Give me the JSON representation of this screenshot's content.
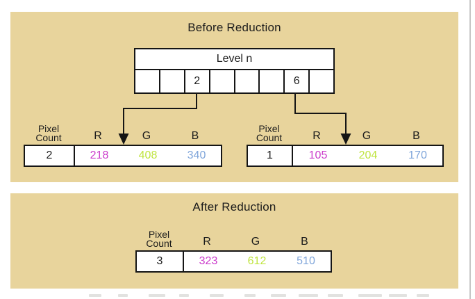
{
  "colors": {
    "panel_bg": "#e8d49c",
    "line": "#151515",
    "text": "#1c1c1c",
    "magenta": "#cb3bcb",
    "green": "#bfe43e",
    "blue": "#7fa5da",
    "page_edge_line": "#c6c6c6",
    "caption_remnant": "#e2e2e0"
  },
  "labels": {
    "pixel": "Pixel",
    "count": "Count",
    "r": "R",
    "g": "G",
    "b": "B"
  },
  "before_panel": {
    "title": "Before Reduction",
    "level_table": {
      "header": "Level n",
      "cells": [
        "",
        "",
        "2",
        "",
        "",
        "",
        "6",
        ""
      ]
    },
    "left_node": {
      "count": "2",
      "r": "218",
      "g": "408",
      "b": "340"
    },
    "right_node": {
      "count": "1",
      "r": "105",
      "g": "204",
      "b": "170"
    }
  },
  "after_panel": {
    "title": "After Reduction",
    "node": {
      "count": "3",
      "r": "323",
      "g": "612",
      "b": "510"
    }
  }
}
